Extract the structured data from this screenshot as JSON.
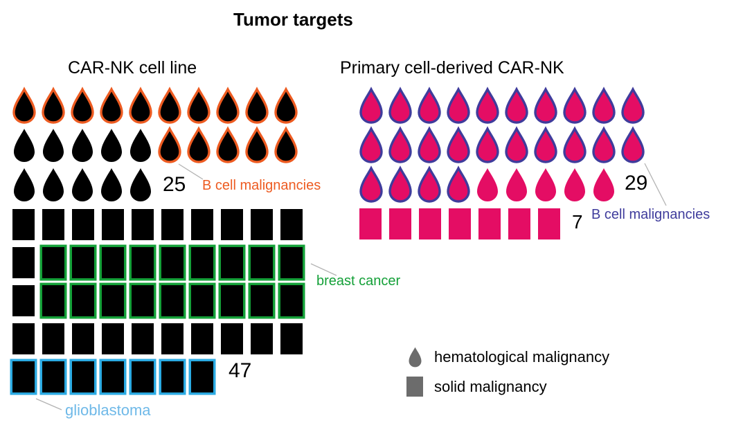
{
  "title": "Tumor targets",
  "colors": {
    "black": "#000000",
    "pink": "#E40D64",
    "orange": "#ED5B21",
    "green": "#14A038",
    "cyan": "#2BAAE2",
    "cyan_light": "#6FB9E8",
    "indigo": "#3F3C9C",
    "gray": "#6C6C6C",
    "leader": "#B3B3B3"
  },
  "charts": {
    "left": {
      "title": "CAR-NK cell line",
      "drop_count": "25",
      "square_count": "47",
      "labels": {
        "b_cell": "B cell malignancies",
        "breast": "breast cancer",
        "glio": "glioblastoma"
      },
      "rows": {
        "drops": [
          "HHHHHHHHHH",
          "PPPPPHHHHH",
          "PPPPP"
        ],
        "squares": [
          "PPPPPPPPPP",
          "PGGGGGGGGG",
          "PGGGGGGGGG",
          "PPPPPPPPPP",
          "CCCCCCC"
        ]
      }
    },
    "right": {
      "title": "Primary cell-derived CAR-NK",
      "drop_count": "29",
      "square_count": "7",
      "labels": {
        "b_cell": "B cell malignancies"
      },
      "rows": {
        "drops": [
          "IIIIIIIIII",
          "IIIIIIIIII",
          "IIIIPPPPP"
        ],
        "squares": [
          "PPPPPPP"
        ]
      }
    }
  },
  "legend": {
    "hematological": "hematological malignancy",
    "solid": "solid malignancy"
  },
  "chart_data": [
    {
      "type": "pictogram",
      "title": "CAR-NK cell line",
      "icon_unit": 1,
      "series": [
        {
          "name": "hematological malignancy",
          "icon": "drop",
          "value": 25,
          "fill": "#000000",
          "subcategories": [
            {
              "name": "B cell malignancies",
              "value": 15,
              "outline": "#ED5B21"
            }
          ]
        },
        {
          "name": "solid malignancy",
          "icon": "square",
          "value": 47,
          "fill": "#000000",
          "subcategories": [
            {
              "name": "breast cancer",
              "value": 18,
              "outline": "#14A038"
            },
            {
              "name": "glioblastoma",
              "value": 7,
              "outline": "#2BAAE2"
            }
          ]
        }
      ]
    },
    {
      "type": "pictogram",
      "title": "Primary cell-derived CAR-NK",
      "icon_unit": 1,
      "series": [
        {
          "name": "hematological malignancy",
          "icon": "drop",
          "value": 29,
          "fill": "#E40D64",
          "subcategories": [
            {
              "name": "B cell malignancies",
              "value": 24,
              "outline": "#3F3C9C"
            }
          ]
        },
        {
          "name": "solid malignancy",
          "icon": "square",
          "value": 7,
          "fill": "#E40D64",
          "subcategories": []
        }
      ]
    }
  ]
}
